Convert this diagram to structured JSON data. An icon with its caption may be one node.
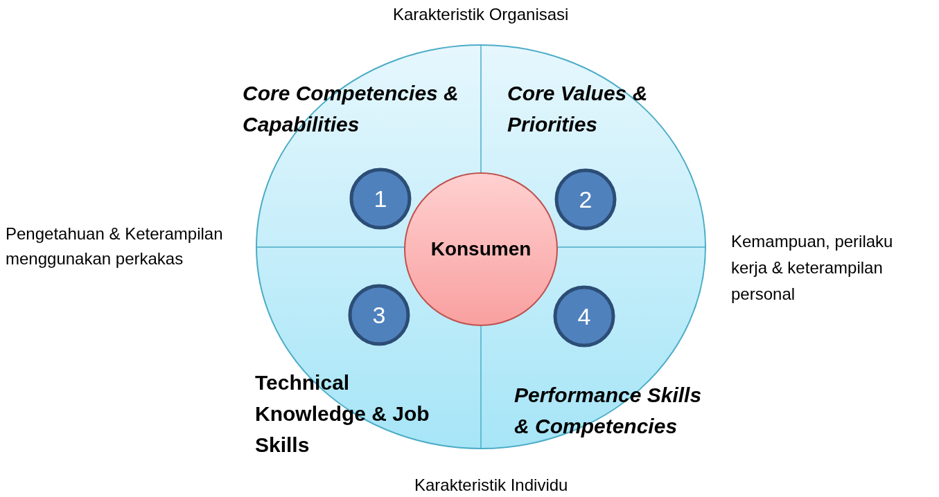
{
  "diagram": {
    "nodes": [
      {
        "text": [],
        "shape": "circle"
      },
      {
        "text": [
          "1"
        ],
        "in": 0
      },
      {
        "text": [
          "2"
        ],
        "in": 0
      },
      {
        "text": [
          "Konsumen"
        ],
        "in": 0
      },
      {
        "text": [
          "3"
        ],
        "in": 0
      },
      {
        "text": [
          "4"
        ],
        "in": 0
      }
    ],
    "edges": [],
    "labels": [
      "Karakteristik Organisasi",
      "Core Competencies & Capabilities",
      "Core Values & Priorities",
      "Pengetahuan & Keterampilan menggunakan perkakas",
      "Kemampuan, perilaku kerja & keterampilan personal",
      "Technical Knowledge & Job Skills",
      "Performance Skills & Competencies",
      "Karakteristik Individu"
    ]
  }
}
